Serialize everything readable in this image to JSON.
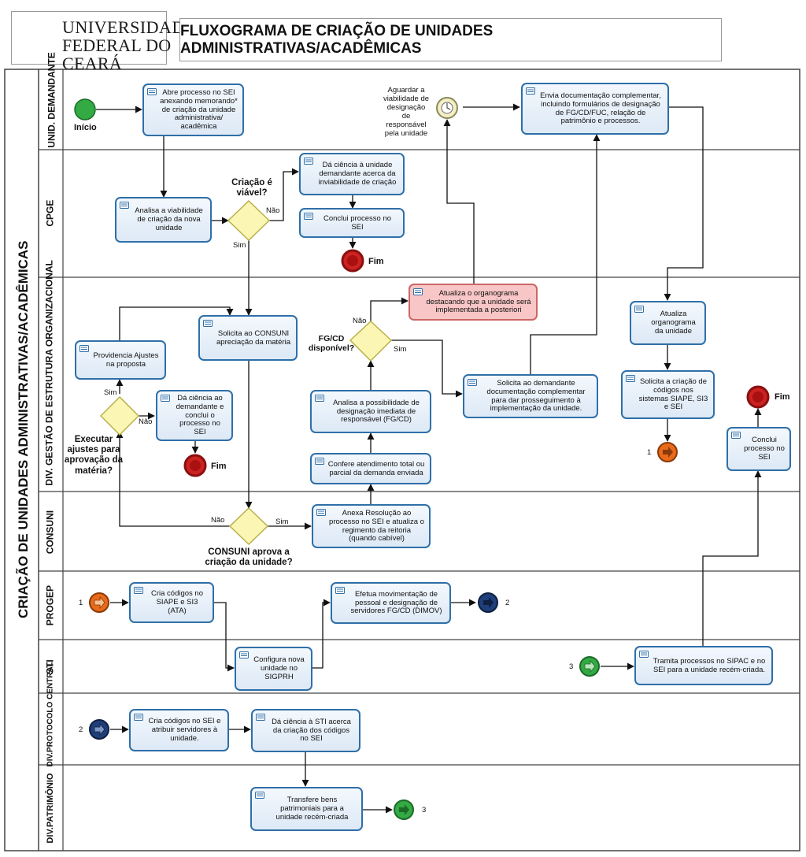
{
  "header": {
    "logo_line1": "UNIVERSIDADE",
    "logo_line2": "FEDERAL DO CEARÁ",
    "title": "FLUXOGRAMA DE CRIAÇÃO DE UNIDADES ADMINISTRATIVAS/ACADÊMICAS"
  },
  "pool_name": "CRIAÇÃO DE UNIDADES ADMINISTRATIVAS/ACADÊMICAS",
  "lanes": {
    "unid": "UNID. DEMANDANTE",
    "cpge": "CPGE",
    "div": "DIV. GESTÃO DE ESTRUTURA ORGANIZACIONAL",
    "consuni": "CONSUNI",
    "progep": "PROGEP",
    "sti": "STI",
    "protocolo": "DIV.PROTOCOLO CENTRAL",
    "patrimonio": "DIV.PATRIMÔNIO"
  },
  "tasks": {
    "abre": "Abre processo no SEI anexando memorando* de criação da unidade administrativa/ acadêmica",
    "envia": "Envia documentação complementar, incluindo formulários de designação de FG/CD/FUC, relação de patrimônio e processos.",
    "analisa_viab": "Analisa a viabilidade de criação da nova unidade",
    "da_ciencia_inviab": "Dá ciência à unidade demandante acerca da inviabilidade de criação",
    "conclui_cpge": "Conclui processo no SEI",
    "atualiza_posterior": "Atualiza o organograma destacando que a unidade será implementada a posteriori",
    "solicita_consuni": "Solicita ao CONSUNI apreciação da matéria",
    "providencia": "Providencia Ajustes na proposta",
    "da_ciencia_div": "Dá ciência ao demandante e conclui o processo no SEI",
    "analisa_fg": "Analisa a possibilidade de designação imediata de responsável (FG/CD)",
    "confere": "Confere atendimento total ou parcial da demanda enviada",
    "solicita_doc": "Solicita ao demandante documentação complementar para dar prosseguimento à implementação da unidade.",
    "atualiza_org": "Atualiza organograma da unidade",
    "solicita_codigos": "Solicita a criação de códigos nos sistemas SIAPE, SI3 e SEI",
    "conclui_div": "Conclui processo no SEI",
    "anexa": "Anexa Resolução ao processo no SEI e atualiza o regimento da reitoria (quando cabível)",
    "cria_siape": "Cria códigos no SIAPE e SI3 (ATA)",
    "efetua": "Efetua movimentação de pessoal e designação de servidores FG/CD (DIMOV)",
    "configura": "Configura nova unidade no SIGPRH",
    "tramita": "Tramita processos no SIPAC e no SEI para a unidade recém-criada.",
    "cria_sei": "Cria códigos no SEI e atribuir servidores à unidade.",
    "da_ciencia_sti": "Dá ciência à STI acerca da criação dos códigos no SEI",
    "transfere": "Transfere bens patrimoniais para a unidade recém-criada"
  },
  "labels": {
    "inicio": "Início",
    "fim": "Fim",
    "aguardar": "Aguardar a viabilidade de designação de responsável pela unidade",
    "q_criacao": "Criação é viável?",
    "q_fgcd": "FG/CD disponível?",
    "q_ajustes": "Executar ajustes para aprovação da matéria?",
    "q_consuni": "CONSUNI aprova a criação da unidade?",
    "sim": "Sim",
    "nao": "Não",
    "link1": "1",
    "link2": "2",
    "link3": "3"
  },
  "colors": {
    "task_border": "#2f6fa8",
    "task_fill": "#e6eff9",
    "pink_fill": "#f8c6c6",
    "gateway": "#fbf6b4",
    "start": "#33aa44",
    "end": "#cc2222",
    "orange": "#e86a1a",
    "navy": "#1f3f7a"
  }
}
